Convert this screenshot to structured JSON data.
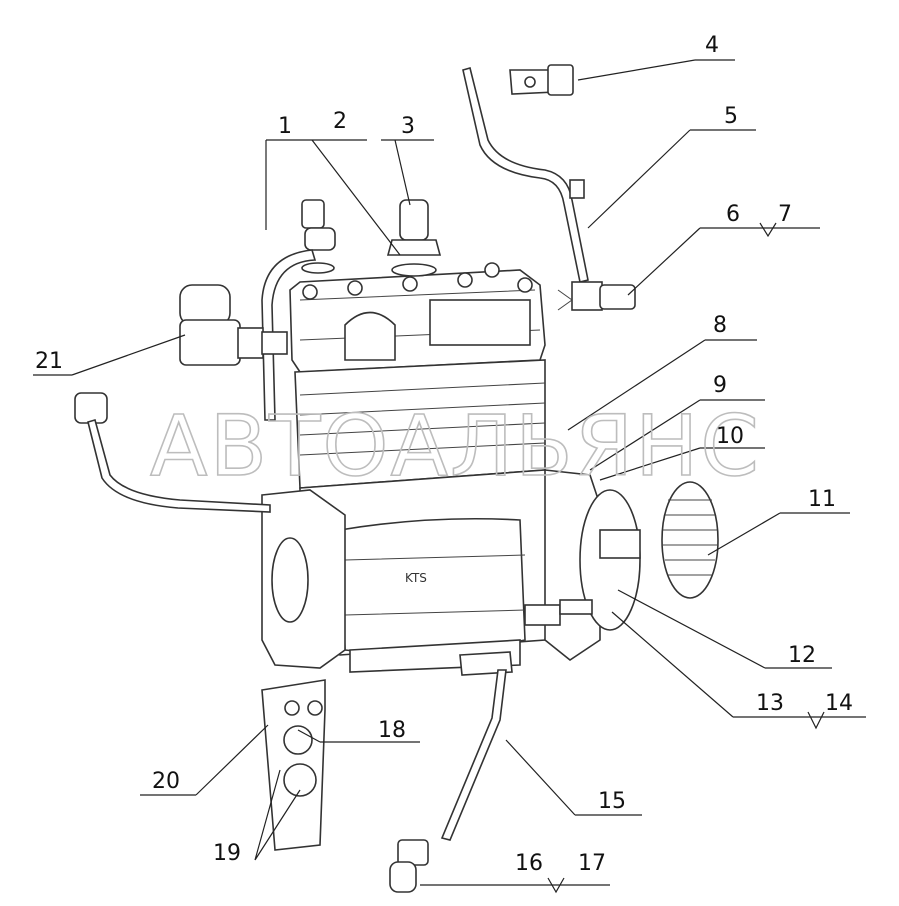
{
  "watermark": "АВТОАЛЬЯНС",
  "body_mark": "KTS",
  "callouts": [
    "1",
    "2",
    "3",
    "4",
    "5",
    "6",
    "7",
    "8",
    "9",
    "10",
    "11",
    "12",
    "13",
    "14",
    "15",
    "16",
    "17",
    "18",
    "19",
    "20",
    "21"
  ]
}
